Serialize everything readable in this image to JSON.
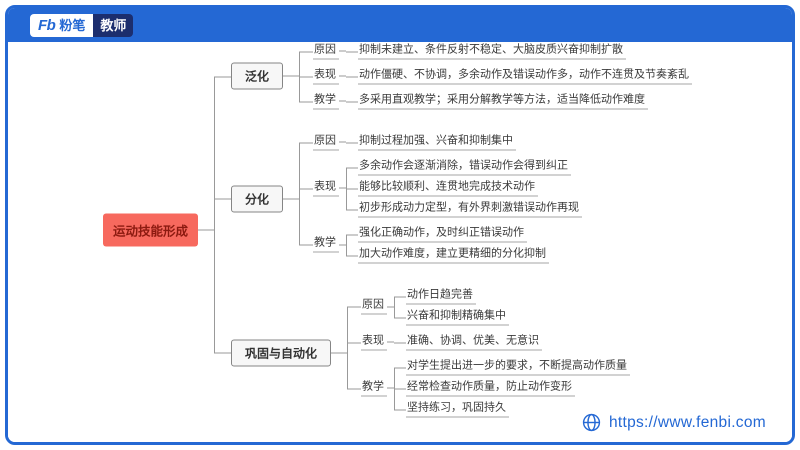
{
  "header": {
    "logo_fb": "Fb",
    "logo_text": "粉笔",
    "logo_badge": "教师"
  },
  "footer": {
    "url": "https://www.fenbi.com"
  },
  "colors": {
    "brand_blue": "#2468d4",
    "badge_navy": "#1c2e6e",
    "root_bg": "#f7695e",
    "root_text": "#8c1a10",
    "connector_grey": "#999999"
  },
  "mindmap": {
    "root": "运动技能形成",
    "branches": [
      {
        "label": "泛化",
        "groups": [
          {
            "label": "原因",
            "items": [
              "抑制未建立、条件反射不稳定、大脑皮质兴奋抑制扩散"
            ]
          },
          {
            "label": "表现",
            "items": [
              "动作僵硬、不协调，多余动作及错误动作多，动作不连贯及节奏紊乱"
            ]
          },
          {
            "label": "教学",
            "items": [
              "多采用直观教学；采用分解教学等方法，适当降低动作难度"
            ]
          }
        ]
      },
      {
        "label": "分化",
        "groups": [
          {
            "label": "原因",
            "items": [
              "抑制过程加强、兴奋和抑制集中"
            ]
          },
          {
            "label": "表现",
            "items": [
              "多余动作会逐渐消除，错误动作会得到纠正",
              "能够比较顺利、连贯地完成技术动作",
              "初步形成动力定型，有外界刺激错误动作再现"
            ]
          },
          {
            "label": "教学",
            "items": [
              "强化正确动作，及时纠正错误动作",
              "加大动作难度，建立更精细的分化抑制"
            ]
          }
        ]
      },
      {
        "label": "巩固与自动化",
        "groups": [
          {
            "label": "原因",
            "items": [
              "动作日趋完善",
              "兴奋和抑制精确集中"
            ]
          },
          {
            "label": "表现",
            "items": [
              "准确、协调、优美、无意识"
            ]
          },
          {
            "label": "教学",
            "items": [
              "对学生提出进一步的要求，不断提高动作质量",
              "经常检查动作质量，防止动作变形",
              "坚持练习，巩固持久"
            ]
          }
        ]
      }
    ]
  }
}
